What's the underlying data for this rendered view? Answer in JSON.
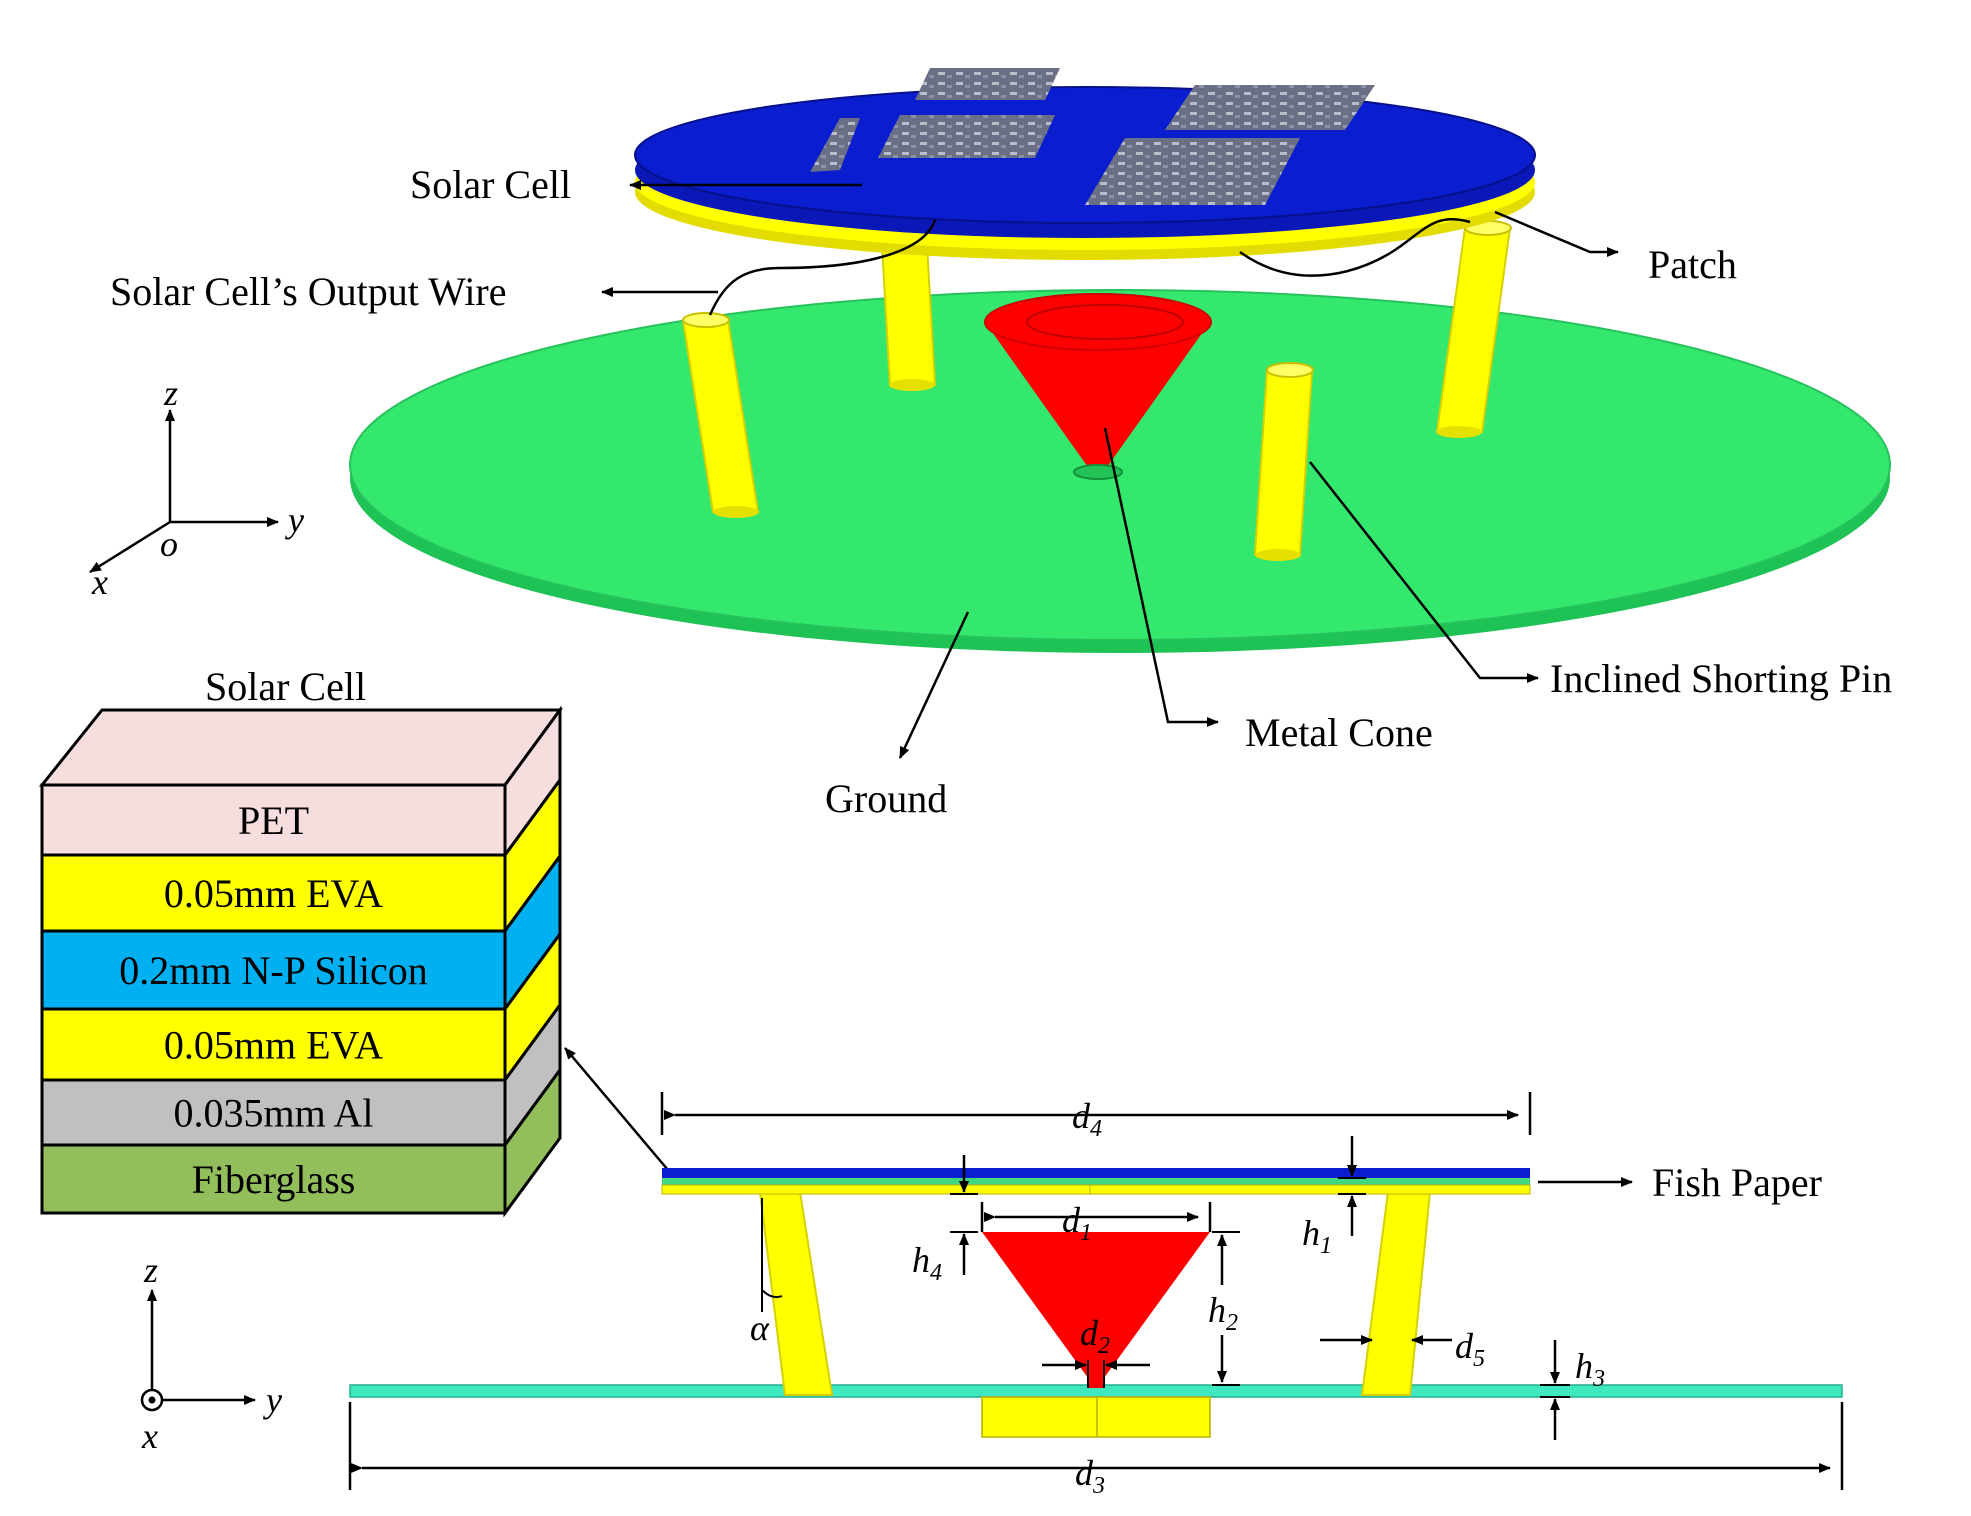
{
  "top_view": {
    "labels": {
      "solar_cell": "Solar Cell",
      "output_wire": "Solar Cell’s  Output Wire",
      "patch": "Patch",
      "inclined_pin": "Inclined Shorting Pin",
      "metal_cone": "Metal Cone",
      "ground": "Ground"
    },
    "axes": {
      "z": "z",
      "y": "y",
      "x": "x",
      "o": "o"
    }
  },
  "stack": {
    "title": "Solar Cell",
    "layers": [
      {
        "label": "PET",
        "color": "#f7dede"
      },
      {
        "label": "0.05mm EVA",
        "color": "#ffff00"
      },
      {
        "label": "0.2mm N-P Silicon",
        "color": "#00b0f0"
      },
      {
        "label": "0.05mm EVA",
        "color": "#ffff00"
      },
      {
        "label": "0.035mm Al",
        "color": "#c0c0c0"
      },
      {
        "label": "Fiberglass",
        "color": "#92be5b"
      }
    ]
  },
  "side_view": {
    "fish_paper": "Fish Paper",
    "dims": {
      "d4": {
        "base": "d",
        "sub": "4"
      },
      "d1": {
        "base": "d",
        "sub": "1"
      },
      "d2": {
        "base": "d",
        "sub": "2"
      },
      "d3": {
        "base": "d",
        "sub": "3"
      },
      "d5": {
        "base": "d",
        "sub": "5"
      },
      "h1": {
        "base": "h",
        "sub": "1"
      },
      "h2": {
        "base": "h",
        "sub": "2"
      },
      "h3": {
        "base": "h",
        "sub": "3"
      },
      "h4": {
        "base": "h",
        "sub": "4"
      },
      "alpha": "α"
    },
    "axes": {
      "z": "z",
      "y": "y",
      "x": "x"
    }
  },
  "colors": {
    "patch_blue": "#0a1ecf",
    "substrate_yellow": "#ffff00",
    "ground_green": "#2ee86a",
    "cone_red": "#ff0000",
    "side_ground": "#40e8c0"
  }
}
